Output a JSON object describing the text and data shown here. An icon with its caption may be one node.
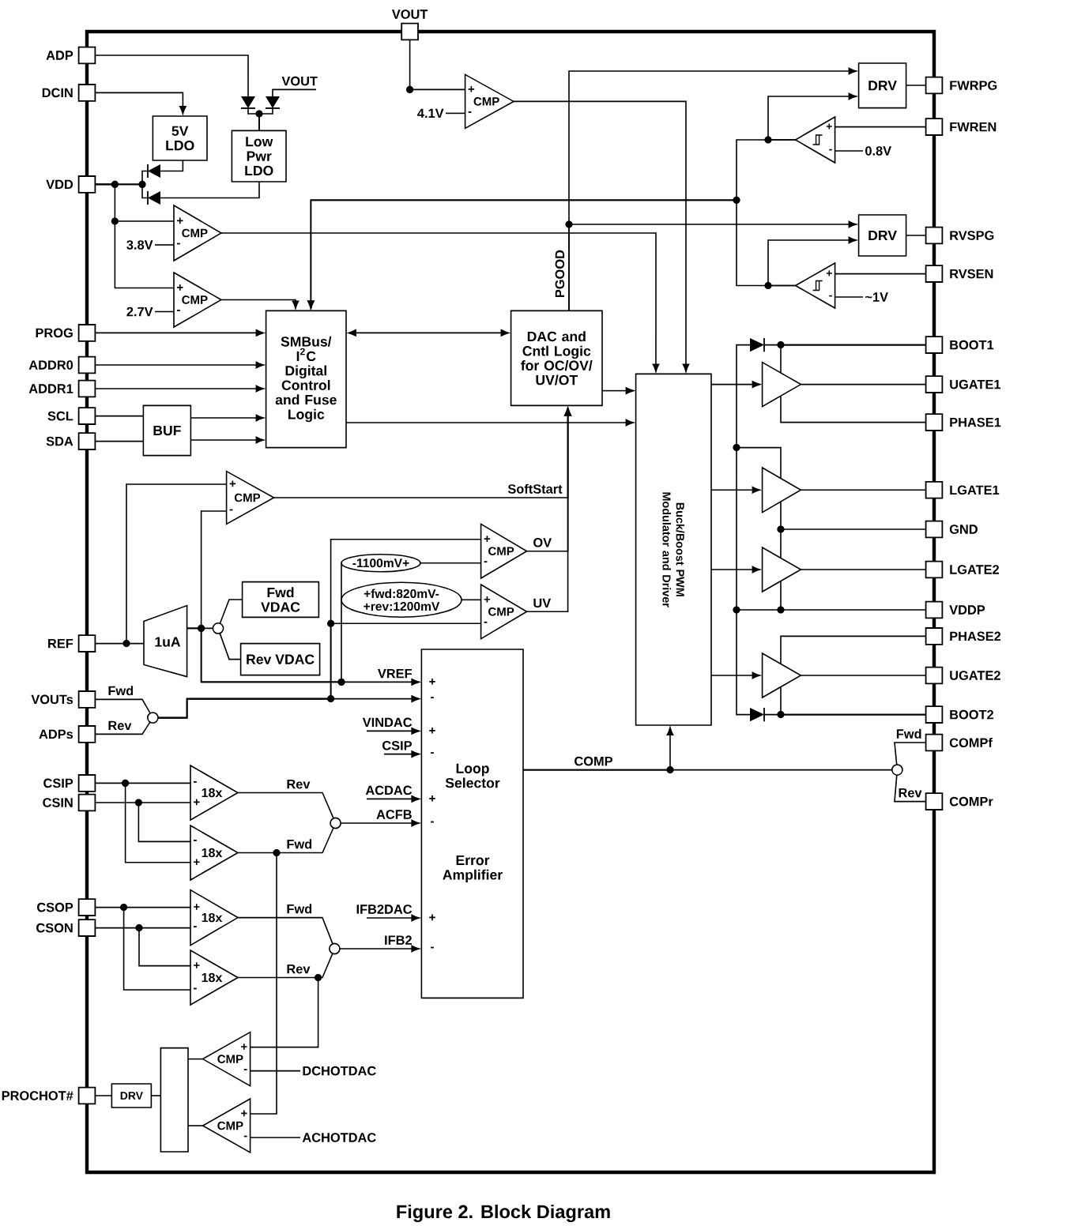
{
  "diagram": {
    "caption": "Figure 2. Block Diagram",
    "nodes": [
      {
        "text": [],
        "shape": "box"
      },
      {
        "text": [
          "ADP"
        ]
      },
      {
        "text": [
          "DCIN"
        ]
      },
      {
        "text": [
          "VDD"
        ]
      },
      {
        "text": [
          "PROG"
        ]
      },
      {
        "text": [
          "ADDR0"
        ]
      },
      {
        "text": [
          "ADDR1"
        ]
      },
      {
        "text": [
          "SCL"
        ]
      },
      {
        "text": [
          "SDA"
        ]
      },
      {
        "text": [
          "REF"
        ]
      },
      {
        "text": [
          "VOUTs"
        ]
      },
      {
        "text": [
          "ADPs"
        ]
      },
      {
        "text": [
          "CSIP"
        ]
      },
      {
        "text": [
          "CSIN"
        ]
      },
      {
        "text": [
          "CSOP"
        ]
      },
      {
        "text": [
          "CSON"
        ]
      },
      {
        "text": [
          "PROCHOT#"
        ]
      },
      {
        "text": [
          "VOUT"
        ]
      },
      {
        "text": [
          "FWRPG"
        ]
      },
      {
        "text": [
          "FWREN"
        ]
      },
      {
        "text": [
          "RVSPG"
        ]
      },
      {
        "text": [
          "RVSEN"
        ]
      },
      {
        "text": [
          "BOOT1"
        ]
      },
      {
        "text": [
          "UGATE1"
        ]
      },
      {
        "text": [
          "PHASE1"
        ]
      },
      {
        "text": [
          "LGATE1"
        ]
      },
      {
        "text": [
          "GND"
        ]
      },
      {
        "text": [
          "LGATE2"
        ]
      },
      {
        "text": [
          "VDDP"
        ]
      },
      {
        "text": [
          "PHASE2"
        ]
      },
      {
        "text": [
          "UGATE2"
        ]
      },
      {
        "text": [
          "BOOT2"
        ]
      },
      {
        "text": [
          "COMPf"
        ]
      },
      {
        "text": [
          "COMPr"
        ]
      },
      {
        "text": [],
        "shape": "diode",
        "in": 0
      },
      {
        "text": [],
        "shape": "diode",
        "in": 0
      },
      {
        "text": [
          "5V LDO"
        ],
        "in": 0
      },
      {
        "text": [
          "Low Pwr LDO"
        ],
        "in": 0
      },
      {
        "text": [],
        "shape": "diode",
        "in": 0
      },
      {
        "text": [],
        "shape": "diode",
        "in": 0
      },
      {
        "text": [
          "+",
          "CMP",
          "-"
        ],
        "in": 0
      },
      {
        "text": [
          "4.1V"
        ],
        "in": 0
      },
      {
        "text": [
          "+",
          "CMP",
          "-"
        ],
        "in": 0
      },
      {
        "text": [
          "3.8V"
        ],
        "in": 0
      },
      {
        "text": [
          "+",
          "CMP",
          "-"
        ],
        "in": 0
      },
      {
        "text": [
          "2.7V"
        ],
        "in": 0
      },
      {
        "text": [
          "DRV"
        ],
        "in": 0
      },
      {
        "text": [
          "+",
          "-"
        ],
        "in": 0
      },
      {
        "text": [
          "0.8V"
        ],
        "in": 0
      },
      {
        "text": [
          "DRV"
        ],
        "in": 0
      },
      {
        "text": [
          "+",
          "-"
        ],
        "in": 0
      },
      {
        "text": [
          "~1V"
        ],
        "in": 0
      },
      {
        "text": [
          "SMBus/ I$^{2}$C Digital Control and Fuse Logic"
        ],
        "in": 0
      },
      {
        "text": [
          "BUF"
        ],
        "in": 0
      },
      {
        "text": [
          "DAC and Cntl Logic for OC/OV/ UV/OT"
        ],
        "in": 0
      },
      {
        "text": [],
        "shape": "diode",
        "in": 0
      },
      {
        "text": [
          "Buck/Boost PWM Modulator and Driver"
        ],
        "in": 0
      },
      {
        "text": [],
        "shape": "triangle",
        "in": 0
      },
      {
        "text": [],
        "shape": "triangle",
        "in": 0
      },
      {
        "text": [],
        "shape": "triangle",
        "in": 0
      },
      {
        "text": [],
        "shape": "triangle",
        "in": 0
      },
      {
        "text": [],
        "shape": "diode",
        "in": 0
      },
      {
        "text": [
          "+",
          "CMP",
          "-"
        ],
        "in": 0
      },
      {
        "text": [
          "+",
          "CMP",
          "-"
        ],
        "in": 0
      },
      {
        "text": [
          "-1100mV+"
        ],
        "in": 0
      },
      {
        "text": [
          "+",
          "CMP",
          "-"
        ],
        "in": 0
      },
      {
        "text": [
          "+fwd:820mV- +rev:1200mV"
        ],
        "in": 0
      },
      {
        "text": [
          "1uA"
        ],
        "in": 0
      },
      {
        "text": [
          "Fwd VDAC"
        ],
        "in": 0
      },
      {
        "text": [
          "Rev VDAC"
        ],
        "in": 0
      },
      {
        "text": [],
        "shape": "circle",
        "in": 0
      },
      {
        "text": [],
        "shape": "circle",
        "in": 0
      },
      {
        "text": [
          "+",
          "-",
          "+",
          "-",
          "Loop Selector",
          "+",
          "-",
          "Error Amplifier",
          "+",
          "-"
        ],
        "in": 0
      },
      {
        "text": [
          "-",
          "18x",
          "+"
        ],
        "in": 0
      },
      {
        "text": [
          "-",
          "18x",
          "+"
        ],
        "in": 0
      },
      {
        "text": [],
        "shape": "circle",
        "in": 0
      },
      {
        "text": [
          "+",
          "18x",
          "-"
        ],
        "in": 0
      },
      {
        "text": [
          "+",
          "18x",
          "-"
        ],
        "in": 0
      },
      {
        "text": [],
        "shape": "circle",
        "in": 0
      },
      {
        "text": [],
        "shape": "circle",
        "in": 0
      },
      {
        "text": [
          "+",
          "CMP",
          "-"
        ],
        "in": 0
      },
      {
        "text": [
          "DCHOTDAC"
        ],
        "in": 0
      },
      {
        "text": [
          "+",
          "CMP",
          "-"
        ],
        "in": 0
      },
      {
        "text": [
          "ACHOTDAC"
        ],
        "in": 0
      },
      {
        "text": [],
        "shape": "box",
        "in": 0
      },
      {
        "text": [
          "DRV"
        ],
        "in": 0
      }
    ],
    "edges": [
      {
        "from": 1,
        "to": 34,
        "arrow": "none"
      },
      {
        "from": null,
        "to": 35,
        "arrow": "none",
        "label": "VOUT"
      },
      {
        "from": 34,
        "to": 37,
        "arrow": "none"
      },
      {
        "from": 35,
        "to": 37,
        "arrow": "none"
      },
      {
        "from": 2,
        "to": 36,
        "arrow": "to"
      },
      {
        "from": 36,
        "to": 38,
        "arrow": "none"
      },
      {
        "from": 37,
        "to": 39,
        "arrow": "none"
      },
      {
        "from": 38,
        "to": 3,
        "arrow": "none"
      },
      {
        "from": 39,
        "to": 3,
        "arrow": "none"
      },
      {
        "from": 3,
        "to": 42,
        "arrow": "none"
      },
      {
        "from": 3,
        "to": 44,
        "arrow": "none"
      },
      {
        "from": 43,
        "to": 42,
        "arrow": "none"
      },
      {
        "from": 45,
        "to": 44,
        "arrow": "none"
      },
      {
        "from": 17,
        "to": 40,
        "arrow": "none"
      },
      {
        "from": 41,
        "to": 40,
        "arrow": "none"
      },
      {
        "from": 40,
        "to": 56,
        "arrow": "to"
      },
      {
        "from": 42,
        "to": 56,
        "arrow": "to"
      },
      {
        "from": 44,
        "to": 52,
        "arrow": "to"
      },
      {
        "from": 19,
        "to": 47,
        "arrow": "none"
      },
      {
        "from": 48,
        "to": 47,
        "arrow": "none"
      },
      {
        "from": 21,
        "to": 50,
        "arrow": "none"
      },
      {
        "from": 51,
        "to": 50,
        "arrow": "none"
      },
      {
        "from": 47,
        "to": 46,
        "arrow": "to"
      },
      {
        "from": 50,
        "to": 49,
        "arrow": "to"
      },
      {
        "from": 47,
        "to": 52,
        "arrow": "to"
      },
      {
        "from": 50,
        "to": 52,
        "arrow": "to"
      },
      {
        "from": 46,
        "to": 18,
        "arrow": "none"
      },
      {
        "from": 49,
        "to": 20,
        "arrow": "none"
      },
      {
        "from": 54,
        "to": 46,
        "arrow": "to",
        "label": "PGOOD"
      },
      {
        "from": 54,
        "to": 49,
        "arrow": "to"
      },
      {
        "from": 4,
        "to": 52,
        "arrow": "to"
      },
      {
        "from": 5,
        "to": 52,
        "arrow": "to"
      },
      {
        "from": 6,
        "to": 52,
        "arrow": "to"
      },
      {
        "from": 7,
        "to": 53,
        "arrow": "none"
      },
      {
        "from": 8,
        "to": 53,
        "arrow": "none"
      },
      {
        "from": 53,
        "to": 52,
        "arrow": "to"
      },
      {
        "from": 53,
        "to": 52,
        "arrow": "to"
      },
      {
        "from": 52,
        "to": 54,
        "arrow": "both"
      },
      {
        "from": 54,
        "to": 56,
        "arrow": "to"
      },
      {
        "from": 52,
        "to": 56,
        "arrow": "to"
      },
      {
        "from": 56,
        "to": 57,
        "arrow": "to"
      },
      {
        "from": 56,
        "to": 58,
        "arrow": "to"
      },
      {
        "from": 56,
        "to": 59,
        "arrow": "to"
      },
      {
        "from": 56,
        "to": 60,
        "arrow": "to"
      },
      {
        "from": 57,
        "to": 23,
        "arrow": "none"
      },
      {
        "from": 58,
        "to": 25,
        "arrow": "none"
      },
      {
        "from": 59,
        "to": 27,
        "arrow": "none"
      },
      {
        "from": 60,
        "to": 30,
        "arrow": "none"
      },
      {
        "from": 28,
        "to": 55,
        "arrow": "none"
      },
      {
        "from": 55,
        "to": 22,
        "arrow": "none"
      },
      {
        "from": 22,
        "to": 57,
        "arrow": "none"
      },
      {
        "from": 24,
        "to": 57,
        "arrow": "none"
      },
      {
        "from": 28,
        "to": 58,
        "arrow": "none"
      },
      {
        "from": 26,
        "to": 58,
        "arrow": "none"
      },
      {
        "from": 26,
        "to": 59,
        "arrow": "none"
      },
      {
        "from": 28,
        "to": 59,
        "arrow": "none"
      },
      {
        "from": 29,
        "to": 60,
        "arrow": "none"
      },
      {
        "from": 31,
        "to": 60,
        "arrow": "none"
      },
      {
        "from": 28,
        "to": 61,
        "arrow": "none"
      },
      {
        "from": 61,
        "to": 31,
        "arrow": "none"
      },
      {
        "from": 9,
        "to": 67,
        "arrow": "none"
      },
      {
        "from": 9,
        "to": 62,
        "arrow": "none"
      },
      {
        "from": 67,
        "to": 62,
        "arrow": "none"
      },
      {
        "from": 67,
        "to": 70,
        "arrow": "none"
      },
      {
        "from": 70,
        "to": 68,
        "arrow": "none"
      },
      {
        "from": 70,
        "to": 69,
        "arrow": "none"
      },
      {
        "from": 67,
        "to": 72,
        "arrow": "to",
        "label": "VREF"
      },
      {
        "from": 67,
        "to": 64,
        "arrow": "none"
      },
      {
        "from": 67,
        "to": 66,
        "arrow": "none"
      },
      {
        "from": 64,
        "to": 63,
        "arrow": "none"
      },
      {
        "from": 66,
        "to": 65,
        "arrow": "none"
      },
      {
        "from": 10,
        "to": 71,
        "arrow": "none",
        "label": "Fwd"
      },
      {
        "from": 11,
        "to": 71,
        "arrow": "none",
        "label": "Rev"
      },
      {
        "from": 71,
        "to": 72,
        "arrow": "to"
      },
      {
        "from": 71,
        "to": 63,
        "arrow": "none"
      },
      {
        "from": 71,
        "to": 65,
        "arrow": "none"
      },
      {
        "from": 62,
        "to": 54,
        "arrow": "to",
        "label": "SoftStart"
      },
      {
        "from": 63,
        "to": 54,
        "arrow": "to",
        "label": "OV"
      },
      {
        "from": 65,
        "to": 54,
        "arrow": "to",
        "label": "UV"
      },
      {
        "from": null,
        "to": 72,
        "arrow": "to",
        "label": "VINDAC"
      },
      {
        "from": null,
        "to": 72,
        "arrow": "to",
        "label": "CSIP"
      },
      {
        "from": null,
        "to": 72,
        "arrow": "to",
        "label": "ACDAC"
      },
      {
        "from": 75,
        "to": 72,
        "arrow": "to",
        "label": "ACFB"
      },
      {
        "from": null,
        "to": 72,
        "arrow": "to",
        "label": "IFB2DAC"
      },
      {
        "from": 78,
        "to": 72,
        "arrow": "to",
        "label": "IFB2"
      },
      {
        "from": 12,
        "to": 73,
        "arrow": "none"
      },
      {
        "from": 13,
        "to": 73,
        "arrow": "none"
      },
      {
        "from": 12,
        "to": 74,
        "arrow": "none"
      },
      {
        "from": 13,
        "to": 74,
        "arrow": "none"
      },
      {
        "from": 73,
        "to": 75,
        "arrow": "none",
        "label": "Rev"
      },
      {
        "from": 74,
        "to": 75,
        "arrow": "none",
        "label": "Fwd"
      },
      {
        "from": 14,
        "to": 76,
        "arrow": "none"
      },
      {
        "from": 15,
        "to": 76,
        "arrow": "none"
      },
      {
        "from": 14,
        "to": 77,
        "arrow": "none"
      },
      {
        "from": 15,
        "to": 77,
        "arrow": "none"
      },
      {
        "from": 76,
        "to": 78,
        "arrow": "none",
        "label": "Fwd"
      },
      {
        "from": 77,
        "to": 78,
        "arrow": "none",
        "label": "Rev"
      },
      {
        "from": 74,
        "to": 82,
        "arrow": "none"
      },
      {
        "from": 77,
        "to": 80,
        "arrow": "none"
      },
      {
        "from": 81,
        "to": 80,
        "arrow": "none"
      },
      {
        "from": 83,
        "to": 82,
        "arrow": "none"
      },
      {
        "from": 80,
        "to": 84,
        "arrow": "none"
      },
      {
        "from": 82,
        "to": 84,
        "arrow": "none"
      },
      {
        "from": 84,
        "to": 85,
        "arrow": "none"
      },
      {
        "from": 85,
        "to": 16,
        "arrow": "none"
      },
      {
        "from": 72,
        "to": 56,
        "arrow": "to",
        "label": "COMP"
      },
      {
        "from": 72,
        "to": 79,
        "arrow": "none"
      },
      {
        "from": 79,
        "to": 32,
        "arrow": "none",
        "label": "Fwd"
      },
      {
        "from": 79,
        "to": 33,
        "arrow": "none",
        "label": "Rev"
      }
    ]
  }
}
